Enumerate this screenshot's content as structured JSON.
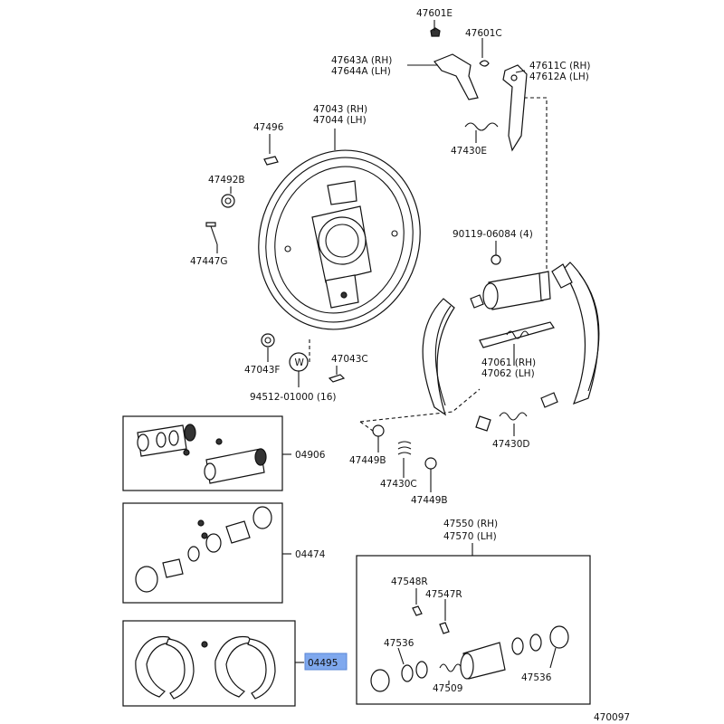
{
  "colors": {
    "highlight": "#7fa8ee",
    "ink": "#111111"
  },
  "labels": {
    "p47601E": "47601E",
    "p47601C": "47601C",
    "p47643A": "47643A (RH)",
    "p47644A": "47644A (LH)",
    "p47611C": "47611C (RH)",
    "p47612A": "47612A (LH)",
    "p47043": "47043 (RH)",
    "p47044": "47044 (LH)",
    "p47496": "47496",
    "p47430E": "47430E",
    "p47492B": "47492B",
    "p47447G": "47447G",
    "p90119": "90119-06084 (4)",
    "p47043F": "47043F",
    "p47043C": "47043C",
    "p94512": "94512-01000 (16)",
    "pW": "W",
    "p47061": "47061 (RH)",
    "p47062": "47062 (LH)",
    "p47430D": "47430D",
    "p47449B_a": "47449B",
    "p47430C": "47430C",
    "p47449B_b": "47449B",
    "p04906": "04906",
    "p04474": "04474",
    "p04495": "04495",
    "p47550": "47550 (RH)",
    "p47570": "47570 (LH)",
    "p47548R": "47548R",
    "p47547R": "47547R",
    "p47536_a": "47536",
    "p47536_b": "47536",
    "p47509": "47509",
    "figure_id": "470097"
  }
}
